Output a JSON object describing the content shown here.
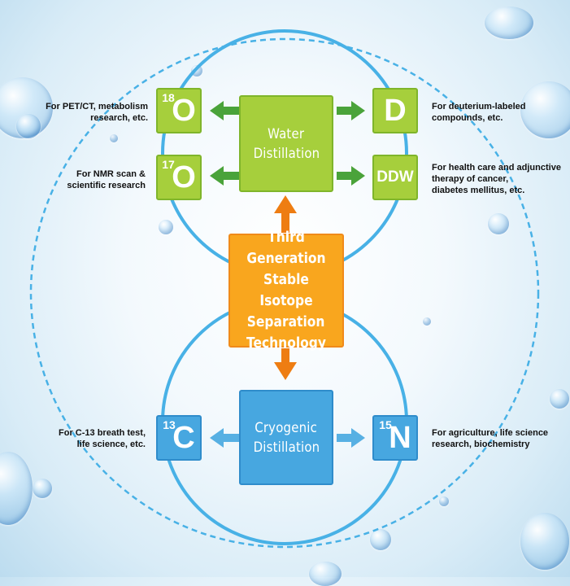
{
  "colors": {
    "green": "#a6cf3c",
    "blue": "#47a7e0",
    "orange": "#f9a61e",
    "ring": "#48b1e6",
    "arrow_green": "#4aa33a",
    "arrow_blue": "#57b0e3",
    "arrow_orange": "#ee7d12"
  },
  "center": {
    "line1": "Third Generation",
    "line2": "Stable Isotope",
    "line3": "Separation",
    "line4": "Technology"
  },
  "water": {
    "line1": "Water",
    "line2": "Distillation"
  },
  "cryo": {
    "line1": "Cryogenic",
    "line2": "Distillation"
  },
  "isotopes": {
    "o18": {
      "mass": "18",
      "symbol": "O"
    },
    "o17": {
      "mass": "17",
      "symbol": "O"
    },
    "d": {
      "symbol": "D"
    },
    "ddw": {
      "symbol": "DDW"
    },
    "c13": {
      "mass": "13",
      "symbol": "C"
    },
    "n15": {
      "mass": "15",
      "symbol": "N"
    }
  },
  "descriptions": {
    "o18": {
      "line1": "For PET/CT, metabolism",
      "line2": "research, etc."
    },
    "o17": {
      "line1": "For NMR scan &",
      "line2": "scientific research"
    },
    "d": {
      "line1": "For deuterium-labeled",
      "line2": "compounds, etc."
    },
    "ddw": {
      "line1": "For health care and adjunctive",
      "line2": "therapy of cancer,",
      "line3": "diabetes mellitus, etc."
    },
    "c13": {
      "line1": "For C-13 breath test,",
      "line2": "life science, etc."
    },
    "n15": {
      "line1": "For agriculture, life science",
      "line2": "research, biochemistry"
    }
  }
}
